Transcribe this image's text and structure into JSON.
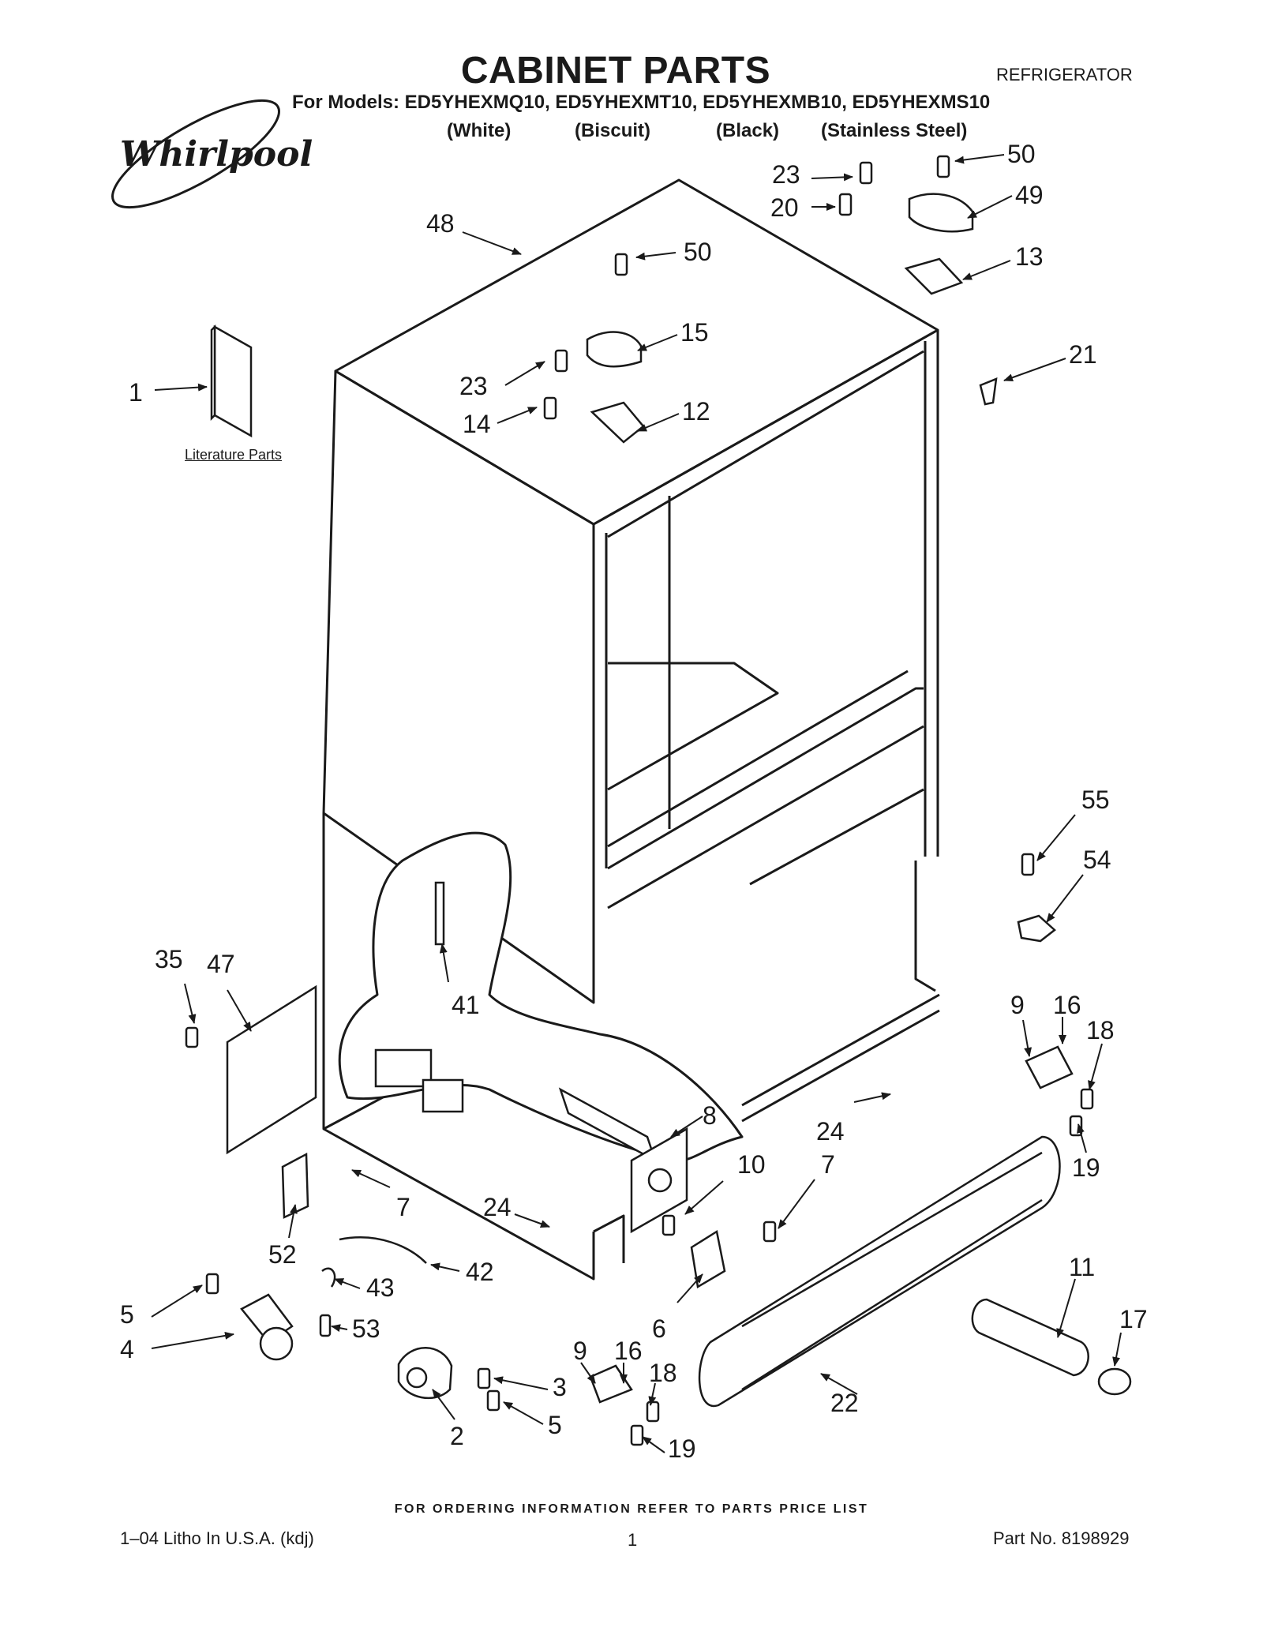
{
  "header": {
    "title": "CABINET PARTS",
    "category": "REFRIGERATOR",
    "models_line": "For Models: ED5YHEXMQ10, ED5YHEXMT10, ED5YHEXMB10, ED5YHEXMS10",
    "colors": [
      "(White)",
      "(Biscuit)",
      "(Black)",
      "(Stainless Steel)"
    ],
    "brand_logo_text": "Whirlpool"
  },
  "literature_label": "Literature Parts",
  "callouts": [
    "1",
    "48",
    "50",
    "15",
    "23",
    "14",
    "12",
    "23",
    "20",
    "50",
    "49",
    "13",
    "21",
    "55",
    "54",
    "41",
    "35",
    "47",
    "9",
    "16",
    "18",
    "19",
    "8",
    "24",
    "10",
    "7",
    "7",
    "24",
    "52",
    "42",
    "43",
    "53",
    "5",
    "4",
    "6",
    "9",
    "16",
    "18",
    "3",
    "5",
    "2",
    "19",
    "11",
    "17",
    "22"
  ],
  "footer": {
    "note": "FOR ORDERING INFORMATION REFER TO PARTS PRICE LIST",
    "left": "1–04 Litho In U.S.A. (kdj)",
    "page": "1",
    "right": "Part No. 8198929"
  }
}
